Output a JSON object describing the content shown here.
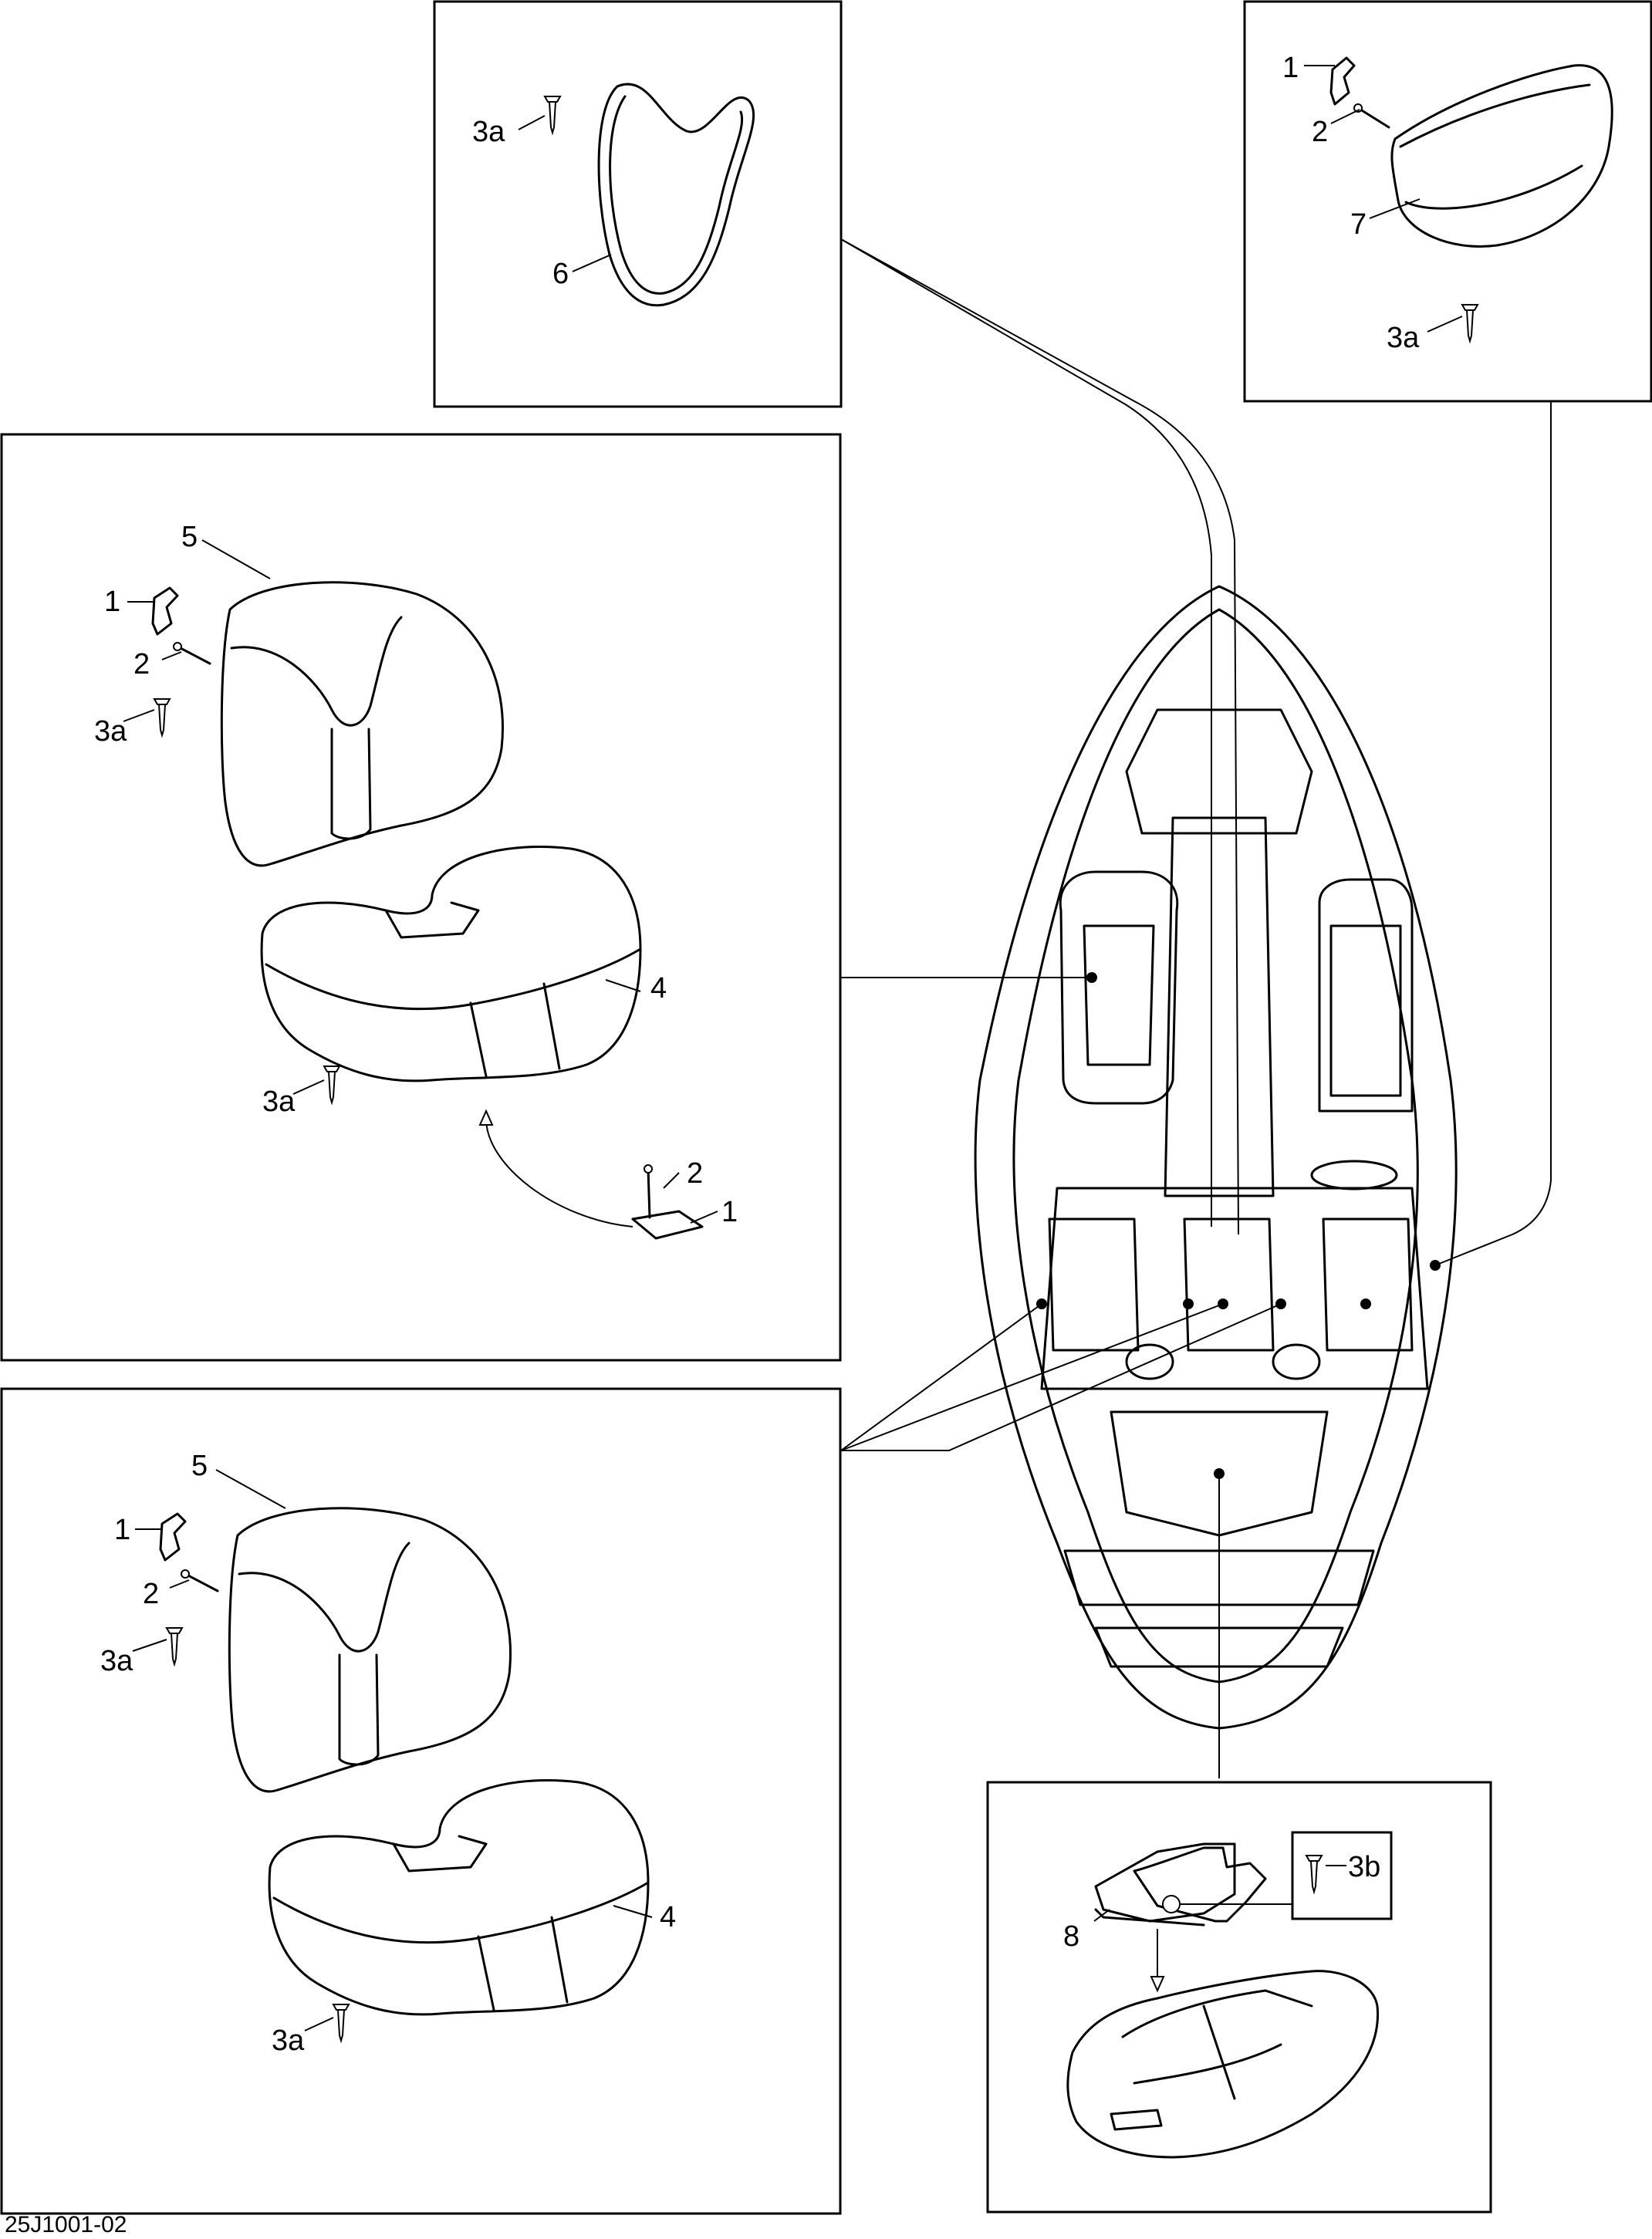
{
  "diagram_code": "25J1001-02",
  "callouts": {
    "p6_3a": "3a",
    "p6_6": "6",
    "p7_1": "1",
    "p7_2": "2",
    "p7_7": "7",
    "p7_3a": "3a",
    "pA_5": "5",
    "pA_1": "1",
    "pA_2": "2",
    "pA_3a_top": "3a",
    "pA_4": "4",
    "pA_3a_bottom": "3a",
    "pA_2_lower": "2",
    "pA_1_lower": "1",
    "pB_5": "5",
    "pB_1": "1",
    "pB_2": "2",
    "pB_3a_top": "3a",
    "pB_4": "4",
    "pB_3a_bottom": "3a",
    "p8_8": "8",
    "p8_3b": "3b"
  }
}
